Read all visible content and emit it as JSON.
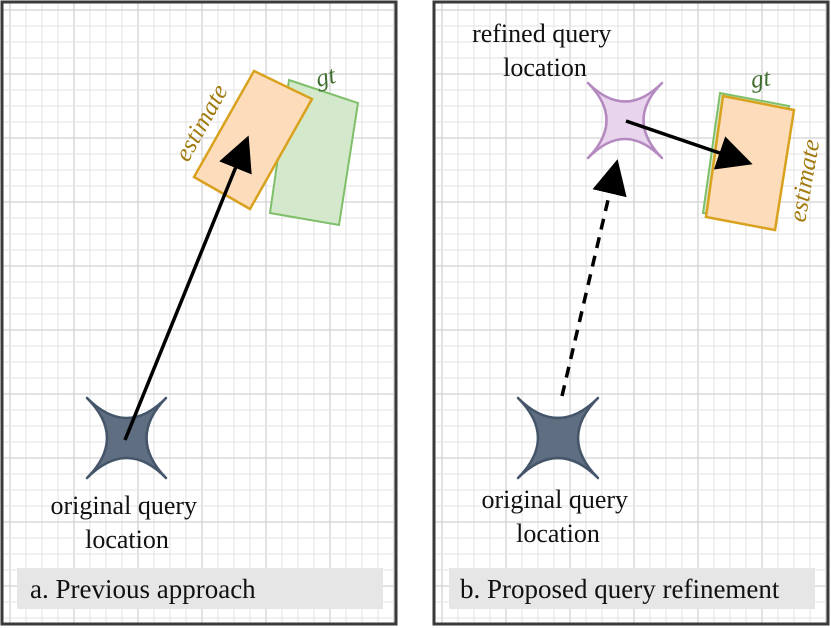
{
  "colors": {
    "gt_fill": "#d4e9cc",
    "gt_stroke": "#7fbf6a",
    "gt_label": "#3f6e2f",
    "estimate_fill": "#fddcbc",
    "estimate_stroke": "#d9a21e",
    "estimate_label": "#a27b10",
    "original_query_fill": "#5f6e80",
    "original_query_stroke": "#46566a",
    "refined_query_fill": "#e8d4ec",
    "refined_query_stroke": "#b48ac0",
    "frame": "#3a3a3a",
    "caption_bg": "#e6e6e6"
  },
  "panels": [
    {
      "caption": "a. Previous approach",
      "original_query_label": [
        "original query",
        "location"
      ],
      "gt_label": "gt",
      "estimate_label": "estimate"
    },
    {
      "caption": "b. Proposed query refinement",
      "refined_query_label": [
        "refined query",
        "location"
      ],
      "original_query_label": [
        "original query",
        "location"
      ],
      "gt_label": "gt",
      "estimate_label": "estimate"
    }
  ]
}
